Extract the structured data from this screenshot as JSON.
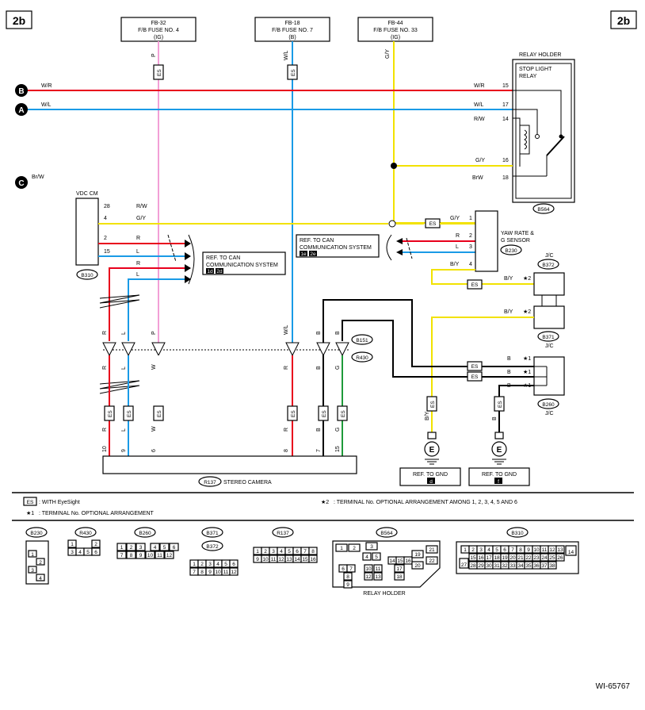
{
  "page_ref": "2b",
  "diagram_id": "WI-65767",
  "fuses": [
    {
      "line1": "FB-32",
      "line2": "F/B FUSE NO. 4",
      "line3": "(IG)",
      "wire": "P"
    },
    {
      "line1": "FB-18",
      "line2": "F/B FUSE NO. 7",
      "line3": "(B)",
      "wire": "W/L"
    },
    {
      "line1": "FB-44",
      "line2": "F/B FUSE NO. 33",
      "line3": "(IG)",
      "wire": "G/Y"
    }
  ],
  "bus_lines": [
    {
      "id": "B",
      "wire": "W/R",
      "relay_wire": "W/R",
      "pin": "15",
      "color": "#e8001c"
    },
    {
      "id": "A",
      "wire": "W/L",
      "relay_wire": "W/L",
      "pin": "17",
      "color": "#1a9be6"
    },
    {
      "id": "C",
      "wire": "Br/W"
    }
  ],
  "relay": {
    "holder_label": "RELAY HOLDER",
    "name_line1": "STOP LIGHT",
    "name_line2": "RELAY",
    "connector": "B564",
    "pins": [
      {
        "wire": "R/W",
        "pin": "14"
      },
      {
        "wire": "G/Y",
        "pin": "16"
      },
      {
        "wire": "BrW",
        "pin": "18"
      }
    ]
  },
  "vdc": {
    "label": "VDC CM",
    "connector": "B310",
    "pins": [
      {
        "pin": "28",
        "wire": "R/W"
      },
      {
        "pin": "4",
        "wire": "G/Y"
      },
      {
        "pin": "2",
        "wire": "R"
      },
      {
        "pin": "15",
        "wire": "L"
      }
    ],
    "extra_wires": [
      "R",
      "L"
    ]
  },
  "can_ref_left": {
    "line1": "REF. TO CAN",
    "line2": "COMMUNICATION SYSTEM",
    "tags": [
      "1d",
      "2d"
    ]
  },
  "can_ref_right": {
    "line1": "REF. TO CAN",
    "line2": "COMMUNICATION SYSTEM",
    "tags": [
      "1e",
      "2e"
    ]
  },
  "yaw": {
    "label_line1": "YAW RATE &",
    "label_line2": "G SENSOR",
    "connector": "B230",
    "pins": [
      {
        "wire": "G/Y",
        "pin": "1"
      },
      {
        "wire": "R",
        "pin": "2"
      },
      {
        "wire": "L",
        "pin": "3"
      },
      {
        "wire": "B/Y",
        "pin": "4"
      }
    ]
  },
  "jc_upper": {
    "connector": "B372",
    "label": "J/C",
    "wire": "B/Y",
    "star": "★2"
  },
  "jc_middle": {
    "connector": "B371",
    "label": "J/C",
    "wire": "B/Y",
    "star": "★2"
  },
  "jc_lower": {
    "connector": "B260",
    "label": "J/C",
    "wires": [
      "B",
      "B",
      "B"
    ],
    "stars": [
      "★1",
      "★1",
      "★1"
    ],
    "bottom_wire": "B"
  },
  "harness_connectors": [
    "B151",
    "R430"
  ],
  "camera": {
    "connector": "R137",
    "label": "STEREO CAMERA",
    "pins": [
      {
        "pin": "10",
        "wire": "R"
      },
      {
        "pin": "9",
        "wire": "L"
      },
      {
        "pin": "6",
        "wire": "W"
      },
      {
        "pin": "8",
        "wire": "R"
      },
      {
        "pin": "7",
        "wire": "B"
      },
      {
        "pin": "15",
        "wire": "G"
      }
    ]
  },
  "upper_wires": [
    "R",
    "L",
    "P",
    "W/L",
    "B",
    "B"
  ],
  "lower_wires": [
    "R",
    "L",
    "W",
    "R",
    "B",
    "G"
  ],
  "es": "ES",
  "grounds": [
    {
      "symbol": "E",
      "wire": "B/Y",
      "ref": "REF. TO GND",
      "tag": "d"
    },
    {
      "symbol": "E",
      "wire": "B",
      "ref": "REF. TO GND",
      "tag": "f"
    }
  ],
  "legend": {
    "es_label": "ES",
    "es_text": ": WITH EyeSight",
    "star1": "★1",
    "star1_text": ": TERMINAL No. OPTIONAL ARRANGEMENT",
    "star2": "★2",
    "star2_text": ": TERMINAL No. OPTIONAL ARRANGEMENT AMONG 1, 2, 3, 4, 5 AND 6"
  },
  "connector_views": {
    "B230": {
      "label": "B230",
      "pins": [
        "1",
        "2",
        "3",
        "4"
      ]
    },
    "R430": {
      "label": "R430",
      "pins": [
        "1",
        "2",
        "3",
        "4",
        "5",
        "6"
      ]
    },
    "B260": {
      "label": "B260",
      "pins": [
        "1",
        "2",
        "3",
        "4",
        "5",
        "6",
        "7",
        "8",
        "9",
        "10",
        "11",
        "12"
      ]
    },
    "B371": {
      "label": "B371"
    },
    "B372": {
      "label": "B372",
      "pins": [
        "1",
        "2",
        "3",
        "4",
        "5",
        "6",
        "7",
        "8",
        "9",
        "10",
        "11",
        "12"
      ]
    },
    "R137": {
      "label": "R137",
      "pins": [
        "1",
        "2",
        "3",
        "4",
        "5",
        "6",
        "7",
        "8",
        "9",
        "10",
        "11",
        "12",
        "13",
        "14",
        "15",
        "16"
      ]
    },
    "B564": {
      "label": "B564",
      "caption": "RELAY HOLDER",
      "pins": [
        "1",
        "2",
        "3",
        "4",
        "5",
        "6",
        "7",
        "8",
        "9",
        "10",
        "11",
        "12",
        "13",
        "14",
        "15",
        "16",
        "17",
        "18",
        "19",
        "20",
        "21",
        "22"
      ]
    },
    "B310": {
      "label": "B310",
      "pins": [
        "1",
        "2",
        "3",
        "4",
        "5",
        "6",
        "7",
        "8",
        "9",
        "10",
        "11",
        "12",
        "13",
        "14",
        "15",
        "16",
        "17",
        "18",
        "19",
        "20",
        "21",
        "22",
        "23",
        "24",
        "25",
        "26",
        "27",
        "28",
        "29",
        "30",
        "31",
        "32",
        "33",
        "34",
        "35",
        "36",
        "37",
        "38"
      ]
    }
  },
  "colors": {
    "red": "#e8001c",
    "blue": "#1a9be6",
    "yellow": "#f2e200",
    "pink": "#f29fd6",
    "green": "#1e9a3a",
    "black": "#000000"
  }
}
